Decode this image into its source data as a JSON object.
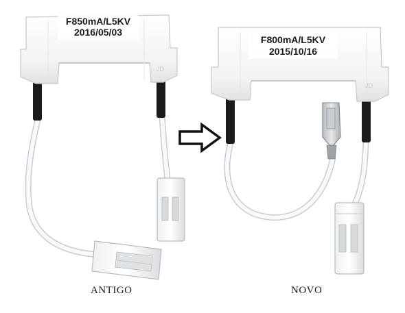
{
  "old_fuse": {
    "rating": "F850mA/L5KV",
    "date": "2016/05/03",
    "caption": "ANTIGO"
  },
  "new_fuse": {
    "rating": "F800mA/L5KV",
    "date": "2015/10/16",
    "caption": "NOVO"
  },
  "arrow": {
    "icon": "right-outline-arrow-icon"
  },
  "colors": {
    "housing": "#f3f4f5",
    "wire": "#f4f6f8",
    "sleeve": "#1b1b1b",
    "text": "#1a1a1a"
  }
}
